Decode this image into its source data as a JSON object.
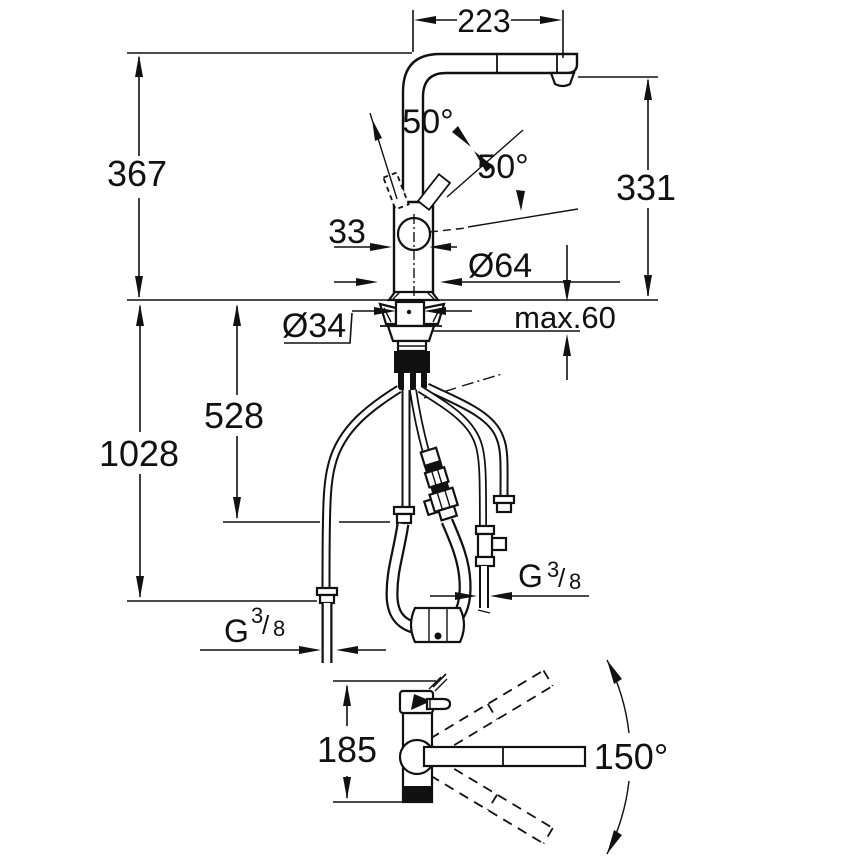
{
  "drawing_title": "kitchen-faucet-installation-dimension-drawing",
  "colors": {
    "line": "#111111",
    "background": "#ffffff"
  },
  "side_view": {
    "spout_reach": "223",
    "total_height": "367",
    "outlet_height": "331",
    "lever_angle_side": "50°",
    "lever_angle_front": "50°",
    "body_depth": "33",
    "base_diameter": "Ø64",
    "hole_diameter": "Ø34",
    "max_deck": "max.60",
    "hose_mid": "528",
    "hose_total": "1028",
    "thread_left": {
      "prefix": "G",
      "numerator": "3",
      "slash": "/",
      "denominator": "8"
    },
    "thread_right": {
      "prefix": "G",
      "numerator": "3",
      "slash": "/",
      "denominator": "8"
    }
  },
  "top_view": {
    "height": "185",
    "swivel": "150°"
  }
}
